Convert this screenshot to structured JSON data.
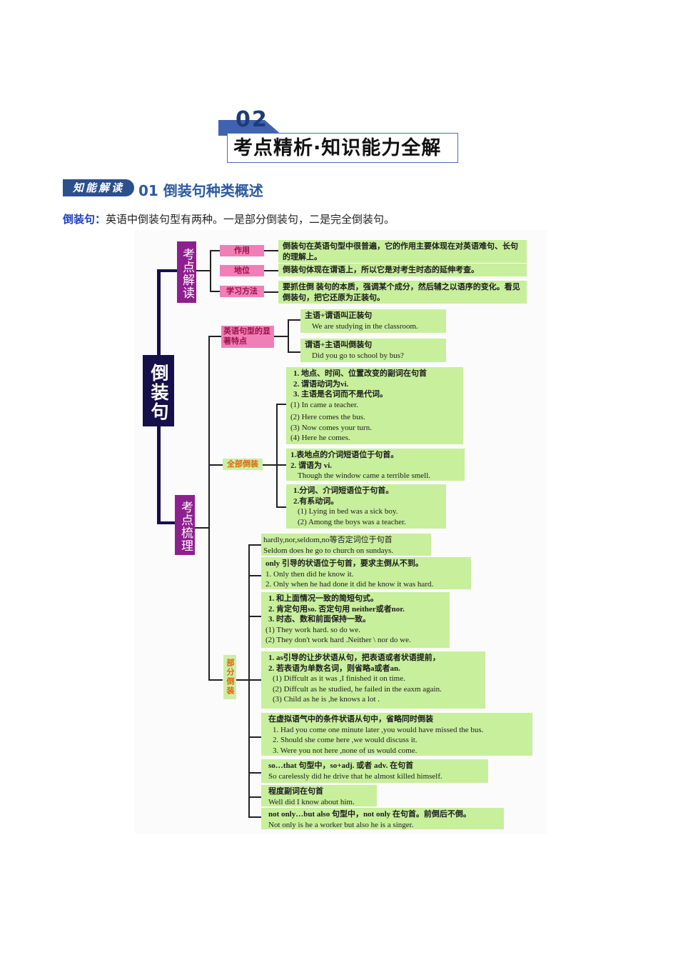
{
  "section": {
    "number": "02",
    "title": "考点精析·知识能力全解"
  },
  "knowledge": {
    "badge": "知能解读",
    "title": "01 倒装句种类概述"
  },
  "intro": {
    "label": "倒装句：",
    "text": "英语中倒装句型有两种。一是部分倒装句，二是完全倒装句。"
  },
  "mindmap": {
    "root": "倒装句",
    "branch_interpret": {
      "label": "考点解读",
      "items": [
        {
          "tag": "作用",
          "text": "倒装句在英语句型中很普遍，它的作用主要体现在对英语难句、长句的理解上。"
        },
        {
          "tag": "地位",
          "text": "倒装句体现在谓语上，所以它是对考生时态的延伸考查。"
        },
        {
          "tag": "学习方法",
          "text": "要抓住倒 装句的本质，强调某个成分，然后辅之以语序的变化。看见倒装句，把它还原为正装句。"
        }
      ]
    },
    "branch_review": {
      "label": "考点梳理",
      "features": {
        "tag": "英语句型的显著特点",
        "items": [
          {
            "title": "主语+谓语叫正装句",
            "example": "We are studying in the classroom."
          },
          {
            "title": "谓语+主语叫倒装句",
            "example": "Did you go to school by bus?"
          }
        ]
      },
      "full_inversion": {
        "tag": "全部倒装",
        "boxes": [
          {
            "rules": [
              "1. 地点、时间、位置改变的副词在句首",
              "2. 谓语动词为vi.",
              "3. 主语是名词而不是代词。"
            ],
            "examples": [
              "(1) In came a teacher.",
              "(2) Here comes the bus.",
              "(3) Now comes your turn.",
              "(4) Here he comes."
            ]
          },
          {
            "rules": [
              "1.表地点的介词短语位于句首。",
              "2. 谓语为 vi."
            ],
            "examples": [
              "Though the window came a terrible smell."
            ]
          },
          {
            "rules": [
              "1.分词、介词短语位于句首。",
              "2.有系动词。"
            ],
            "examples": [
              "(1) Lying in bed was a sick boy.",
              "(2) Among the boys was a teacher."
            ]
          }
        ]
      },
      "partial_inversion": {
        "tag": "部分倒装",
        "boxes": [
          {
            "rules": [
              "hardly,nor,seldom,no等否定词位于句首"
            ],
            "examples": [
              "Seldom does he go to church on sundays."
            ]
          },
          {
            "rules": [
              "only 引导的状语位于句首，要求主倒从不到。"
            ],
            "examples": [
              "1. Only then did he know it.",
              "2. Only when he had done it did he know it was hard."
            ]
          },
          {
            "rules": [
              "1. 和上面情况一致的简短句式。",
              "2. 肯定句用so. 否定句用 neither或者nor.",
              "3. 时态、数和前面保持一致。"
            ],
            "examples": [
              "(1) They work hard. so do we.",
              "(2) They don't work hard .Neither \\ nor do we."
            ]
          },
          {
            "rules": [
              "1. as引导的让步状语从句，把表语或者状语提前，",
              "2. 若表语为单数名词，则省略a或者an."
            ],
            "examples": [
              "(1) Diffcult as it was ,I finished it on time.",
              "(2) Diffcult as he studied, he failed in the eaxm again.",
              "(3) Child as he is ,he knows a lot ."
            ]
          },
          {
            "rules": [
              "在虚拟语气中的条件状语从句中，省略同时倒装"
            ],
            "examples": [
              "1.  Had you come one minute later ,you would have missed the bus.",
              "2.  Should she come here ,we would discuss it.",
              "3.  Were you not here ,none of  us would come."
            ]
          },
          {
            "rules": [
              "so…that 句型中，so+adj. 或者 adv. 在句首"
            ],
            "examples": [
              "So carelessly did he drive that he almost killed himself."
            ]
          },
          {
            "rules": [
              "程度副词在句首"
            ],
            "examples": [
              "Well did I know about him."
            ]
          },
          {
            "rules": [
              "not only…but also 句型中，not only 在句首。前倒后不倒。"
            ],
            "examples": [
              "Not only is  he  a worker but also he is a singer."
            ]
          }
        ]
      }
    },
    "colors": {
      "root_bg": "#15104a",
      "purple": "#8e1f8e",
      "pink": "#f07fb8",
      "green": "#c8ef9c",
      "orange_text": "#e0650b"
    }
  }
}
